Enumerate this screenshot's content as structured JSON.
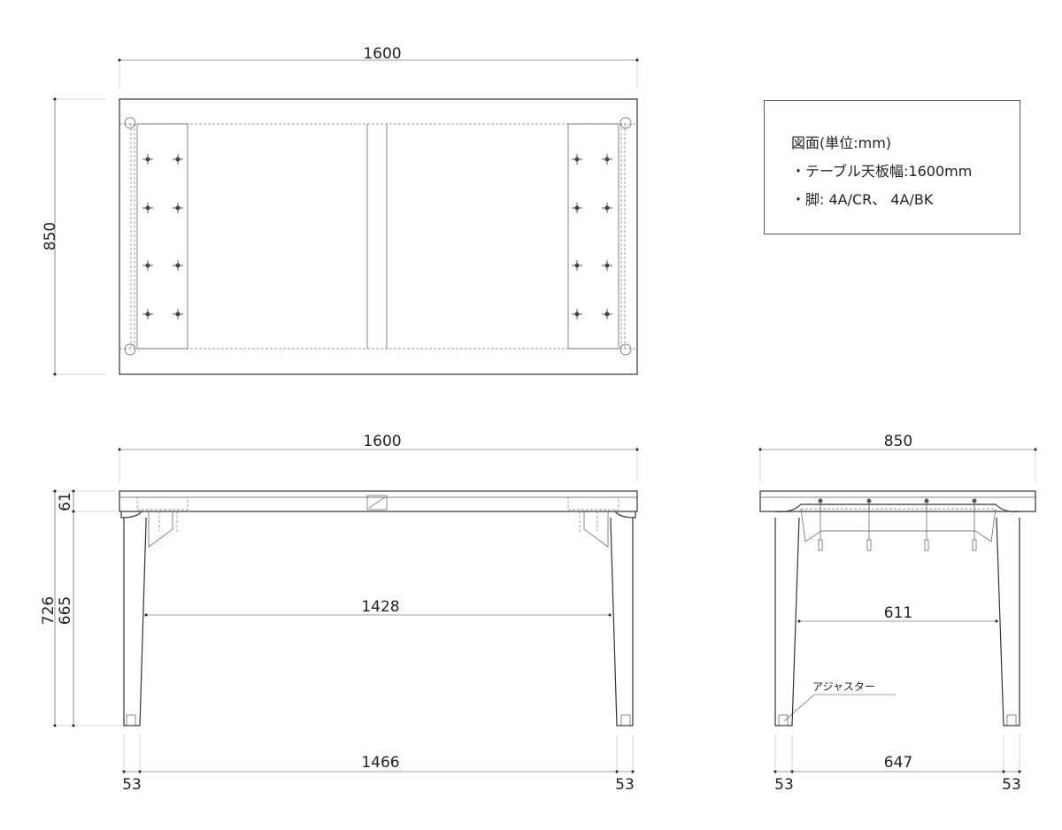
{
  "legend": {
    "title": "図面(単位:mm)",
    "line1": "・テーブル天板幅:1600mm",
    "line2": "・脚: 4A/CR、 4A/BK"
  },
  "plan_view": {
    "width_dim": "1600",
    "depth_dim": "850"
  },
  "front_view": {
    "width_dim": "1600",
    "top_thickness_dim": "61",
    "total_height_dim": "726",
    "leg_height_dim": "665",
    "inner_top_dim": "1428",
    "inner_bottom_dim": "1466",
    "leg_left_dim": "53",
    "leg_right_dim": "53"
  },
  "side_view": {
    "depth_dim": "850",
    "inner_top_dim": "611",
    "inner_bottom_dim": "647",
    "leg_left_dim": "53",
    "leg_right_dim": "53",
    "adjuster_label": "アジャスター"
  }
}
